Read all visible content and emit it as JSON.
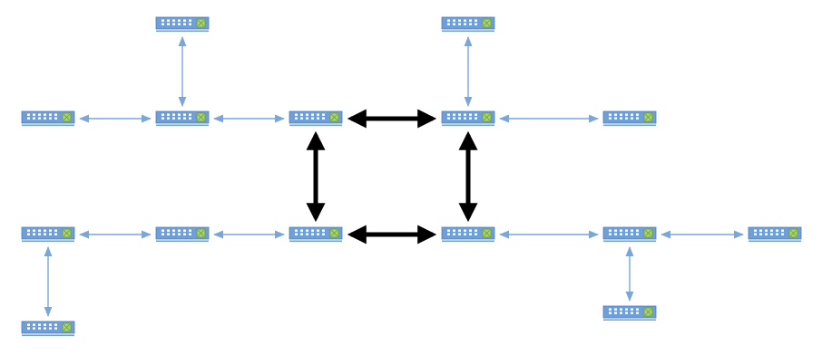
{
  "diagram": {
    "node_icon": "network-switch-icon",
    "colors": {
      "switch_body": "#6f9fd8",
      "switch_body_dark": "#4f7fbd",
      "switch_port": "#ffffff",
      "switch_status": "#a8d86a",
      "switch_status_border": "#6e9a3a",
      "switch_base": "#6f9fd8",
      "link_normal": "#7aa6d9",
      "link_core": "#000000",
      "background": "#ffffff"
    },
    "nodes": [
      {
        "id": "sw-top-left"
      },
      {
        "id": "sw-top-right"
      },
      {
        "id": "sw-row1-far-left"
      },
      {
        "id": "sw-row1-left"
      },
      {
        "id": "sw-core-top-left"
      },
      {
        "id": "sw-core-top-right"
      },
      {
        "id": "sw-row1-right"
      },
      {
        "id": "sw-row2-far-left"
      },
      {
        "id": "sw-row2-left"
      },
      {
        "id": "sw-core-bottom-left"
      },
      {
        "id": "sw-core-bottom-right"
      },
      {
        "id": "sw-row2-right"
      },
      {
        "id": "sw-row2-far-right"
      },
      {
        "id": "sw-bottom-left"
      },
      {
        "id": "sw-bottom-right"
      }
    ],
    "links": [
      {
        "from": "sw-top-left",
        "to": "sw-row1-left",
        "type": "normal"
      },
      {
        "from": "sw-top-right",
        "to": "sw-core-top-right",
        "type": "normal"
      },
      {
        "from": "sw-row1-far-left",
        "to": "sw-row1-left",
        "type": "normal"
      },
      {
        "from": "sw-row1-left",
        "to": "sw-core-top-left",
        "type": "normal"
      },
      {
        "from": "sw-core-top-right",
        "to": "sw-row1-right",
        "type": "normal"
      },
      {
        "from": "sw-row2-far-left",
        "to": "sw-row2-left",
        "type": "normal"
      },
      {
        "from": "sw-row2-left",
        "to": "sw-core-bottom-left",
        "type": "normal"
      },
      {
        "from": "sw-core-bottom-right",
        "to": "sw-row2-right",
        "type": "normal"
      },
      {
        "from": "sw-row2-right",
        "to": "sw-row2-far-right",
        "type": "normal"
      },
      {
        "from": "sw-row2-far-left",
        "to": "sw-bottom-left",
        "type": "normal"
      },
      {
        "from": "sw-row2-right",
        "to": "sw-bottom-right",
        "type": "normal"
      },
      {
        "from": "sw-core-top-left",
        "to": "sw-core-top-right",
        "type": "core"
      },
      {
        "from": "sw-core-bottom-left",
        "to": "sw-core-bottom-right",
        "type": "core"
      },
      {
        "from": "sw-core-top-left",
        "to": "sw-core-bottom-left",
        "type": "core"
      },
      {
        "from": "sw-core-top-right",
        "to": "sw-core-bottom-right",
        "type": "core"
      }
    ]
  }
}
